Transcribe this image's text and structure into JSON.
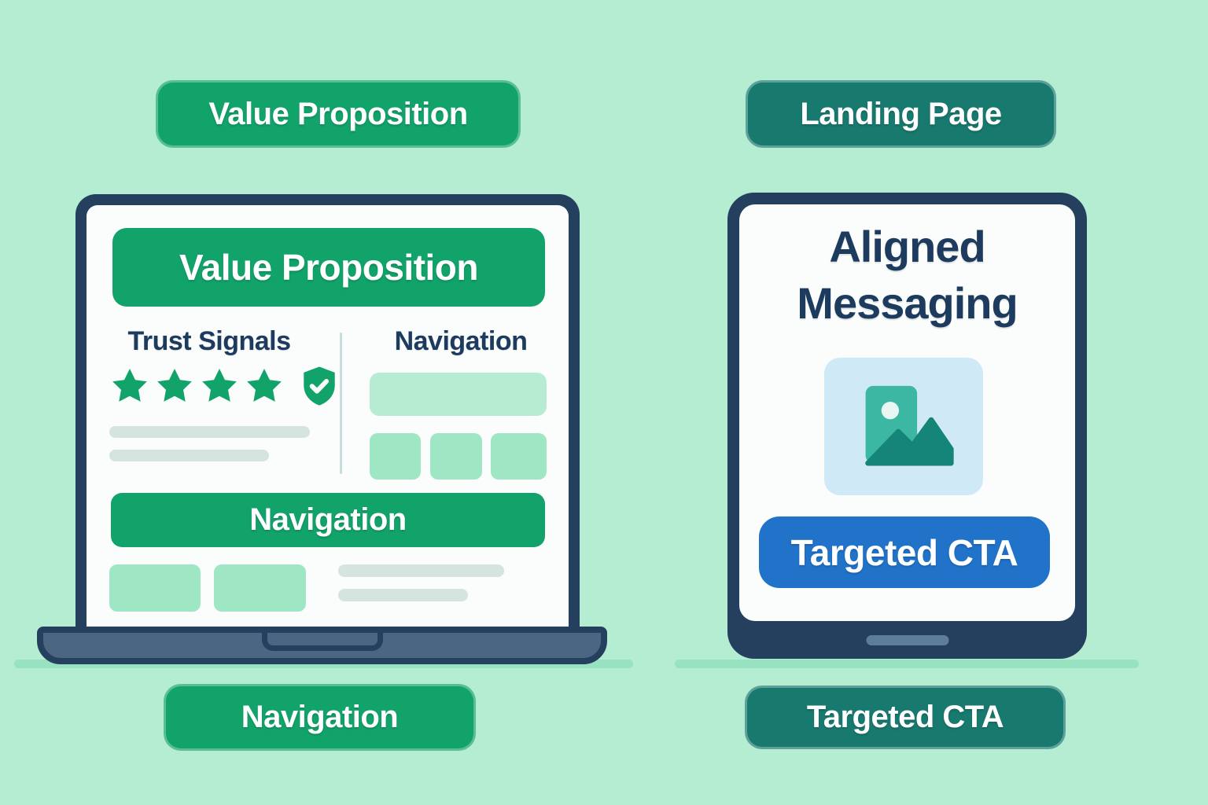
{
  "palette": {
    "background": "#b4edd2",
    "ground_line": "#97e3c1",
    "green_accent": "#12a36a",
    "teal_accent": "#18796f",
    "device_navy": "#24405e",
    "text_navy": "#1d3b5e",
    "laptop_base_slate": "#4a6683",
    "light_green_block": "#9fe6c4",
    "pale_green_block": "#b7ecd3",
    "gray_pill": "#d6e4e0",
    "divider": "#c9dcdc",
    "cta_blue": "#2173c9",
    "image_box_light_blue": "#cfe9f7",
    "image_icon_teal": "#3bb7a3",
    "image_icon_dark_teal": "#148578",
    "screen_white": "#fbfdfc"
  },
  "labels": {
    "top_left": "Value Proposition",
    "top_right": "Landing Page",
    "bottom_left": "Navigation",
    "bottom_right": "Targeted CTA"
  },
  "laptop": {
    "banner": "Value Proposition",
    "left_column_heading": "Trust Signals",
    "right_column_heading": "Navigation",
    "rating_stars": 4,
    "rating_icons": [
      "star-icon",
      "star-icon",
      "star-icon",
      "star-icon",
      "shield-check-icon"
    ],
    "bottom_banner": "Navigation"
  },
  "tablet": {
    "heading": "Aligned Messaging",
    "image_icon": "image-placeholder-icon",
    "cta_button": "Targeted CTA"
  }
}
